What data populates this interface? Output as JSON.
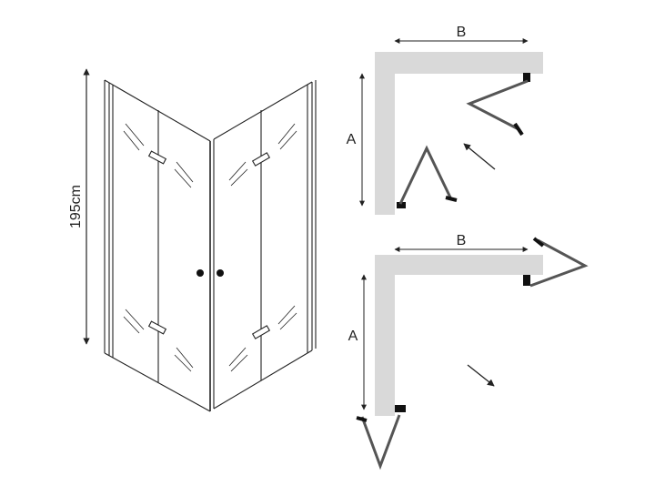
{
  "height_label": "195cm",
  "plan_top": {
    "width_label": "B",
    "depth_label": "A",
    "door_state": "closed"
  },
  "plan_bottom": {
    "width_label": "B",
    "depth_label": "A",
    "door_state": "open"
  },
  "colors": {
    "line": "#222222",
    "wall": "#d9d9d9",
    "door": "#555555",
    "hinge": "#111111"
  },
  "icons": [
    "shower-enclosure-drawing",
    "wall-plan",
    "direction-arrow"
  ]
}
